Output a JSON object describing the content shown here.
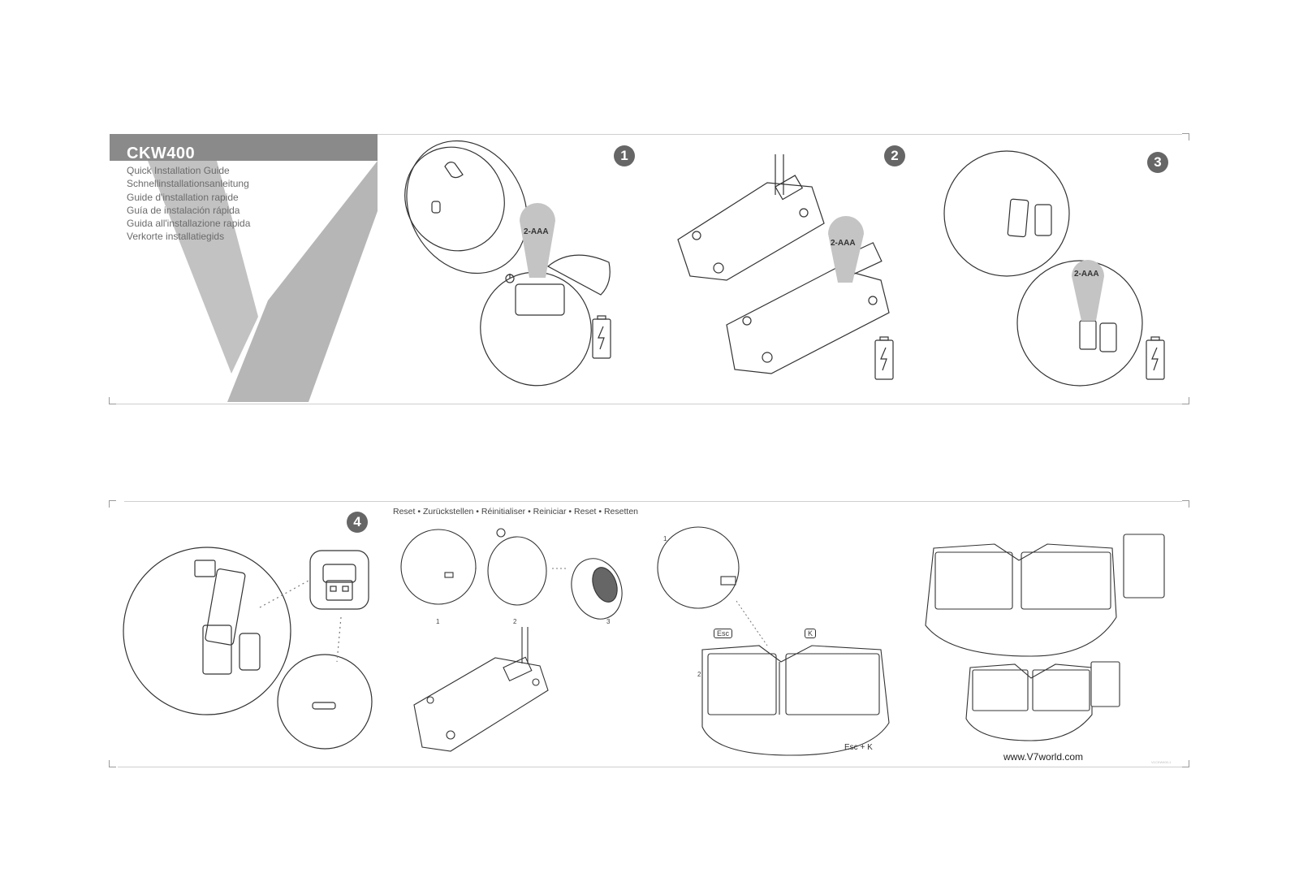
{
  "header": {
    "model": "CKW400",
    "guides": [
      "Quick Installation Guide",
      "Schnellinstallationsanleitung",
      "Guide d'installation rapide",
      "Guía de instalación rápida",
      "Guida all'installazione rapida",
      "Verkorte installatiegids"
    ]
  },
  "steps": {
    "s1": "1",
    "s2": "2",
    "s3": "3",
    "s4": "4"
  },
  "battery_label": "2-AAA",
  "reset": {
    "caption": "Reset • Zurückstellen • Réinitialiser • Reiniciar • Reset • Resetten",
    "sub1": "1",
    "sub2": "2",
    "sub3": "3"
  },
  "pairing": {
    "n1": "1",
    "n2": "2",
    "key_esc": "Esc",
    "key_k": "K",
    "combo": "Esc + K"
  },
  "footer": {
    "url": "www.V7world.com",
    "code": "V1CKW400-1"
  },
  "colors": {
    "header_band": "#8a8a8a",
    "v_logo": "#bdbdbd",
    "badge": "#666666",
    "battery_callout": "#c4c4c4"
  }
}
